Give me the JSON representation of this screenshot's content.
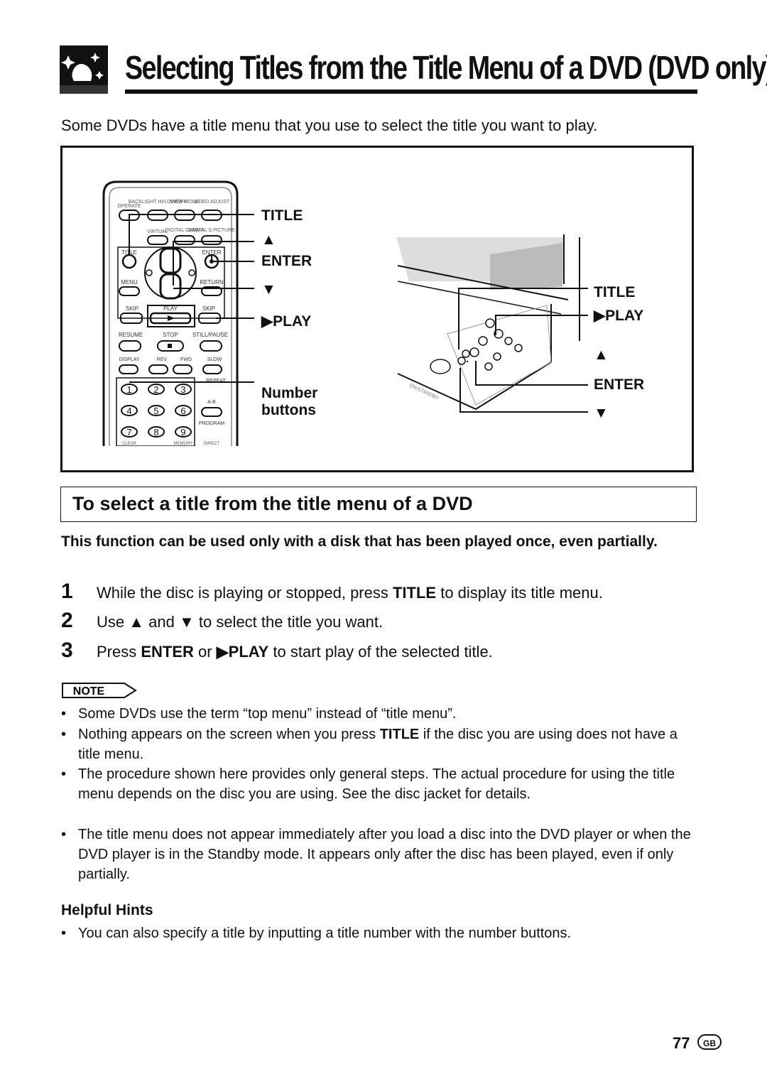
{
  "header": {
    "title": "Selecting Titles from the Title Menu of a DVD (DVD only)",
    "intro": "Some DVDs have a title menu that you use to select the title you want to play."
  },
  "remote": {
    "top_labels": [
      "OPERATE",
      "BACKLIGHT HI/LOW/OFF",
      "VIEW MODE",
      "VIDEO ADJUST"
    ],
    "row2_labels": [
      "VIRTUAL",
      "DIGITAL GAMMA",
      "DIGITAL S.PICTURE"
    ],
    "title_btn": "TITLE",
    "enter_btn": "ENTER",
    "menu_btn": "MENU",
    "return_btn": "RETURN",
    "skip_left": "SKIP",
    "play_btn": "PLAY",
    "skip_right": "SKIP",
    "resume": "RESUME",
    "stop": "STOP",
    "still_pause": "STILL/PAUSE",
    "display": "DISPLAY",
    "rev": "REV",
    "fwd": "FWD",
    "slow": "SLOW",
    "repeat": "REPEAT",
    "ab": "A-B",
    "program": "PROGRAM",
    "numbers": [
      "1",
      "2",
      "3",
      "4",
      "5",
      "6",
      "7",
      "8",
      "9"
    ],
    "bottom_labels": [
      "CLEAR",
      "MEMORY",
      "DIRECT"
    ]
  },
  "callouts_left": {
    "title": "TITLE",
    "up": "▲",
    "enter": "ENTER",
    "down": "▼",
    "play": "PLAY",
    "number_buttons": "Number buttons"
  },
  "callouts_right": {
    "title": "TITLE",
    "play": "PLAY",
    "up": "▲",
    "enter": "ENTER",
    "down": "▼",
    "device_label": "ON/STANDBY"
  },
  "section": {
    "heading": "To select a title from the title menu of a DVD",
    "lead": "This function can be used only with a disk that has been played once, even partially."
  },
  "steps": [
    {
      "num": "1",
      "a": "While the disc is playing or stopped, press ",
      "b": "TITLE",
      "c": " to display its title menu."
    },
    {
      "num": "2",
      "a": "Use ",
      "b": "▲",
      "c": " and ",
      "d": "▼",
      "e": " to select the title you want."
    },
    {
      "num": "3",
      "a": "Press ",
      "b": "ENTER",
      "c": " or ",
      "d": "PLAY",
      "e": " to start play of the selected title."
    }
  ],
  "note": {
    "badge": "NOTE",
    "bullets": [
      {
        "a": "Some DVDs use the term “top menu” instead of “title menu”.",
        "b": "",
        "c": ""
      },
      {
        "a": "Nothing appears on the screen when you press ",
        "b": "TITLE",
        "c": " if the disc you are using does not have a title menu."
      },
      {
        "a": "The procedure shown here provides only general steps. The actual procedure for using the title menu depends on the disc you are using. See the disc jacket for details.",
        "b": "",
        "c": ""
      },
      {
        "a": "The title menu does not appear immediately after you load a disc into the DVD player or when the DVD player is in the Standby mode. It appears only after the disc has been played, even if only partially.",
        "b": "",
        "c": ""
      }
    ]
  },
  "hints": {
    "heading": "Helpful Hints",
    "bullet": "You can also specify a title by inputting a title number with the number buttons."
  },
  "footer": {
    "page": "77",
    "region": "GB"
  }
}
